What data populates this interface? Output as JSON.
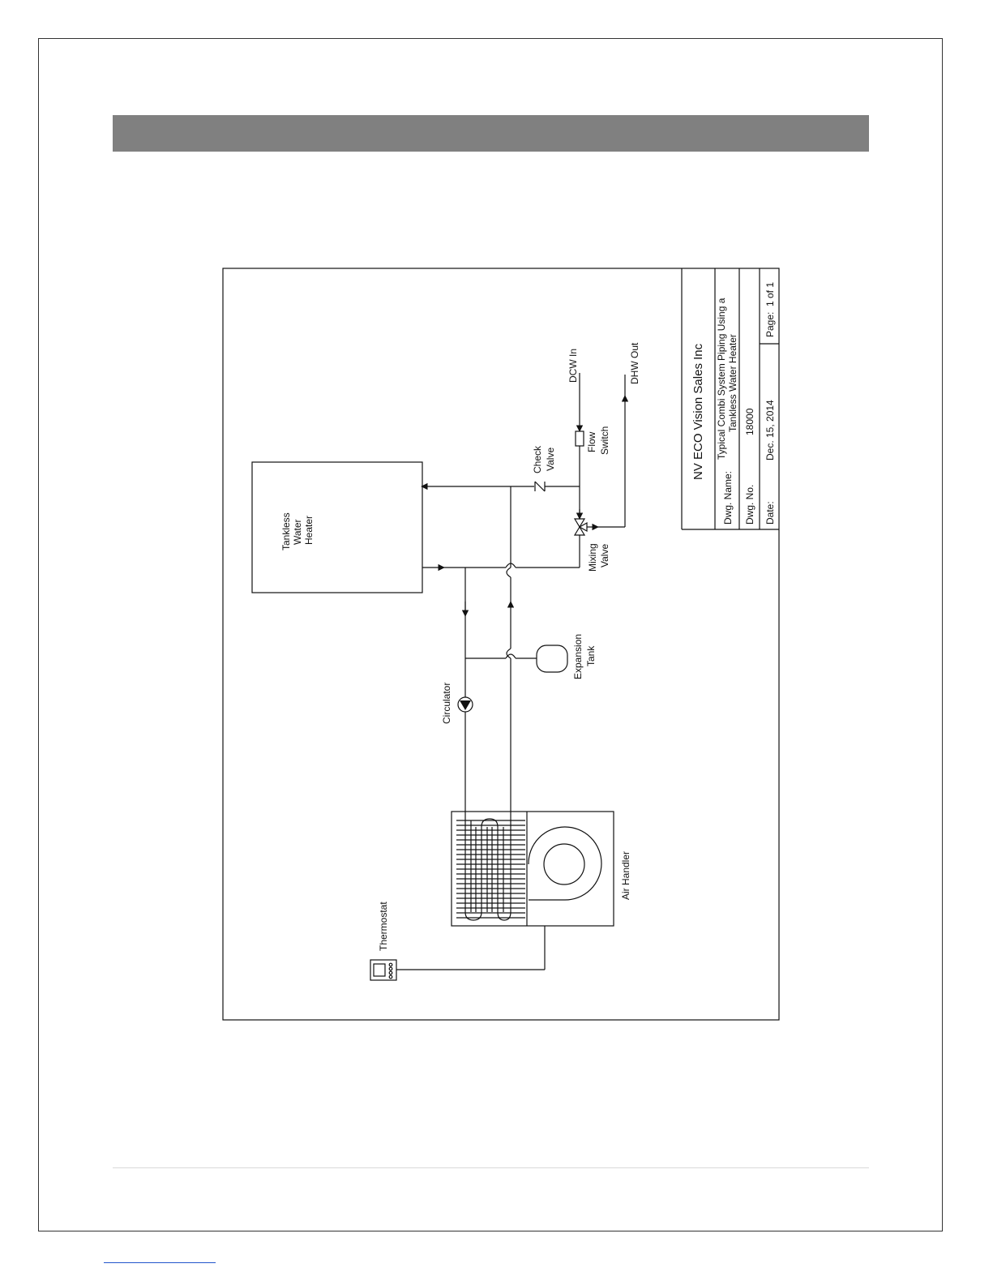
{
  "drawing": {
    "company": "NV ECO  Vision Sales Inc",
    "dwg_name_label": "Dwg. Name:",
    "dwg_name_line1": "Typical Combi System Piping Using a",
    "dwg_name_line2": "Tankless Water Heater",
    "dwg_no_label": "Dwg. No.",
    "dwg_no_value": "18000",
    "date_label": "Date:",
    "date_value": "Dec. 15, 2014",
    "page_label": "Page:",
    "page_value": "1 of 1"
  },
  "components": {
    "heater_line1": "Tankless",
    "heater_line2": "Water",
    "heater_line3": "Heater",
    "check_valve_line1": "Check",
    "check_valve_line2": "Valve",
    "flow_switch_line1": "Flow",
    "flow_switch_line2": "Switch",
    "dcw_in": "DCW In",
    "dhw_out": "DHW Out",
    "mixing_valve_line1": "Mixing",
    "mixing_valve_line2": "Valve",
    "expansion_tank_line1": "Expansion",
    "expansion_tank_line2": "Tank",
    "circulator": "Circulator",
    "air_handler": "Air Handler",
    "thermostat": "Thermostat"
  },
  "colors": {
    "line": "#111111",
    "header_band": "#808080",
    "page_border": "#333333",
    "link": "#2255cc"
  }
}
